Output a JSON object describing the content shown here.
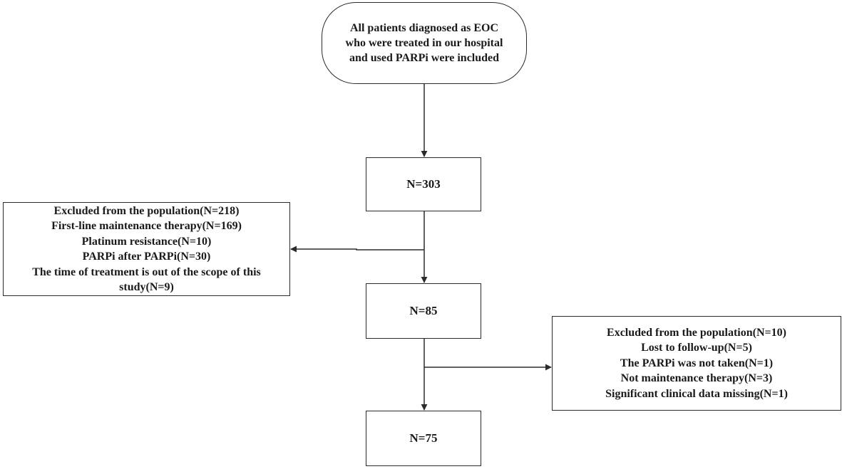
{
  "flowchart": {
    "start": {
      "lines": [
        "All patients diagnosed as  EOC",
        "who were treated in our hospital",
        "and used PARPi were included"
      ]
    },
    "n303": {
      "label": "N=303"
    },
    "n85": {
      "label": "N=85"
    },
    "n75": {
      "label": "N=75"
    },
    "exclusion_1": {
      "lines": [
        "Excluded from the population(N=218)",
        "First-line maintenance therapy(N=169)",
        "Platinum resistance(N=10)",
        "PARPi after PARPi(N=30)",
        "The time of treatment is out of the scope of this",
        "study(N=9)"
      ]
    },
    "exclusion_2": {
      "lines": [
        "Excluded from the population(N=10)",
        "Lost to follow-up(N=5)",
        "The PARPi was not taken(N=1)",
        "Not maintenance therapy(N=3)",
        "Significant clinical data missing(N=1)"
      ]
    },
    "colors": {
      "stroke": "#2b2b2b",
      "text": "#1a1a1a",
      "background": "#ffffff"
    }
  }
}
